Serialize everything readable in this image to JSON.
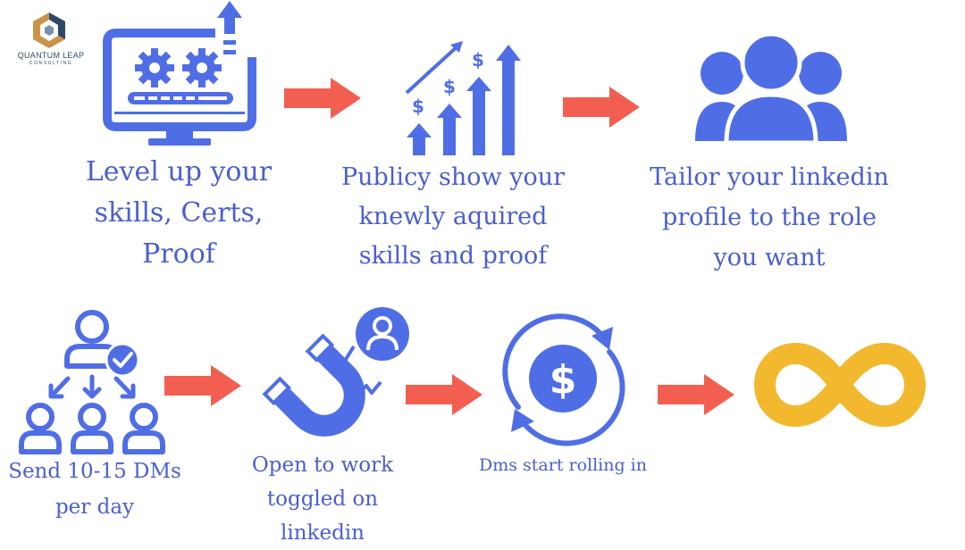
{
  "logo": {
    "name": "QUANTUM LEAP",
    "sub": "CONSULTING"
  },
  "steps": [
    {
      "id": "level-up",
      "lines": [
        "Level up your",
        "skills, Certs,",
        "Proof"
      ],
      "icon": "monitor-gears-icon"
    },
    {
      "id": "publicly-show",
      "lines": [
        "Publicy show your",
        "knewly aquired",
        "skills and proof"
      ],
      "icon": "growth-arrows-dollar-icon"
    },
    {
      "id": "tailor-profile",
      "lines": [
        "Tailor your linkedin",
        "profile to the role",
        "you want"
      ],
      "icon": "user-group-icon"
    },
    {
      "id": "send-dms",
      "lines": [
        "Send 10-15 DMs",
        "per day"
      ],
      "icon": "network-distribution-icon"
    },
    {
      "id": "open-to-work",
      "lines": [
        "Open to work",
        "toggled on",
        "linkedin"
      ],
      "icon": "magnet-person-icon"
    },
    {
      "id": "dms-rolling",
      "lines": [
        "Dms start rolling in"
      ],
      "icon": "dollar-cycle-icon"
    },
    {
      "id": "infinity",
      "lines": [],
      "icon": "infinity-icon"
    }
  ],
  "colors": {
    "primary": "#4f6ee6",
    "arrow": "#f25f50",
    "infinity": "#f2b82e",
    "text": "#4a5fcf",
    "logo_dark": "#2d4a6a",
    "logo_gold": "#c9944a"
  }
}
